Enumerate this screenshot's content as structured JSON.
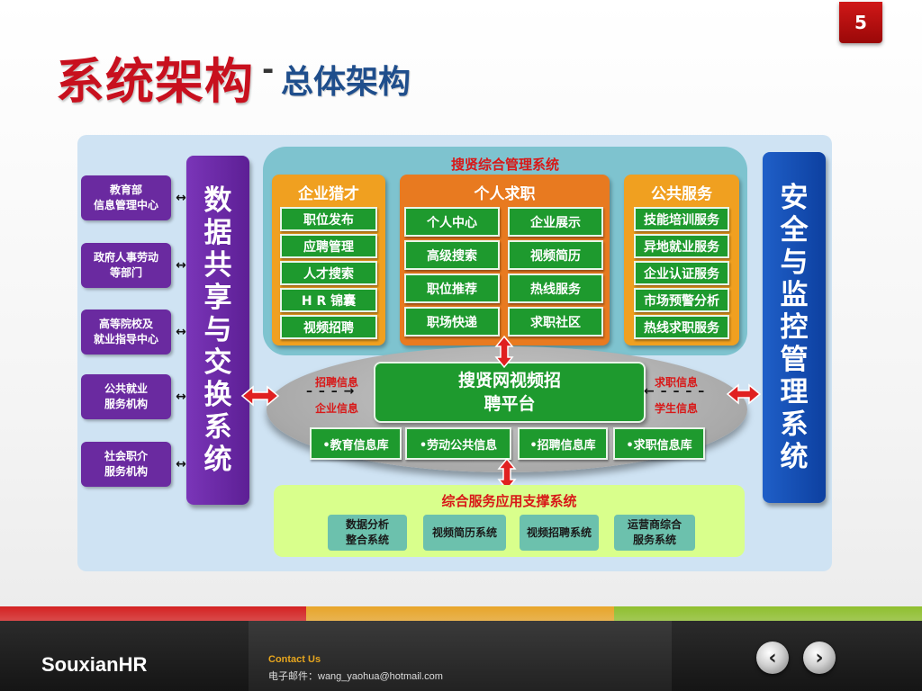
{
  "slide": {
    "number": "5"
  },
  "title": {
    "main": "系统架构",
    "dash": "-",
    "sub": "总体架构"
  },
  "left_entities": [
    "教育部\n信息管理中心",
    "政府人事劳动\n等部门",
    "高等院校及\n就业指导中心",
    "公共就业\n服务机构",
    "社会职介\n服务机构"
  ],
  "left_bar": {
    "label": "数据共享与交换系统"
  },
  "right_bar": {
    "label": "安全与监控管理系统"
  },
  "mgmt": {
    "title": "搜贤综合管理系统",
    "enterprise": {
      "title": "企业猎才",
      "items": [
        "职位发布",
        "应聘管理",
        "人才搜索",
        "H R 锦囊",
        "视频招聘"
      ]
    },
    "personal": {
      "title": "个人求职",
      "items": [
        "个人中心",
        "企业展示",
        "高级搜索",
        "视频简历",
        "职位推荐",
        "热线服务",
        "职场快递",
        "求职社区"
      ]
    },
    "public": {
      "title": "公共服务",
      "items": [
        "技能培训服务",
        "异地就业服务",
        "企业认证服务",
        "市场预警分析",
        "热线求职服务"
      ]
    }
  },
  "platform": {
    "label": "搜贤网视频招\n聘平台",
    "left_top": "招聘信息",
    "left_bottom": "企业信息",
    "right_top": "求职信息",
    "right_bottom": "学生信息",
    "databases": [
      "•教育信息库",
      "•劳动公共信息",
      "•招聘信息库",
      "•求职信息库"
    ]
  },
  "support": {
    "title": "综合服务应用支撑系统",
    "items": [
      "数据分析\n整合系统",
      "视频简历系统",
      "视频招聘系统",
      "运营商综合\n服务系统"
    ]
  },
  "footer": {
    "brand": "SouxianHR",
    "contact_label": "Contact Us",
    "contact_email": "电子邮件：wang_yaohua@hotmail.com",
    "stripe_colors": [
      "#d42222",
      "#e8a52a",
      "#8fbf2f"
    ]
  },
  "icons": {
    "prev": "chevron-left-icon",
    "next": "chevron-right-icon"
  }
}
